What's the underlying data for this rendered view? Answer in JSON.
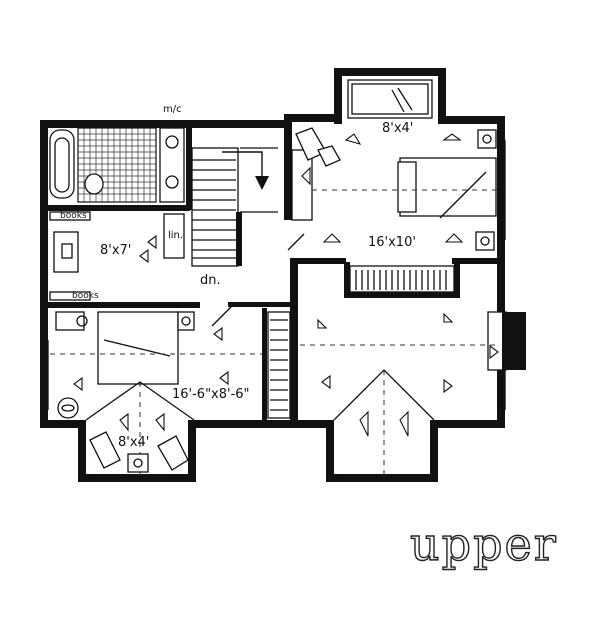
{
  "rooms": {
    "north_bay": "8'x4'",
    "master_bedroom": "16'x10'",
    "study": "8'x7'",
    "south_bedroom": "16'-6\"x8'-6\"",
    "south_bay": "8'x4'"
  },
  "notes": {
    "mech": "m/c",
    "books_upper": "books",
    "books_lower": "books",
    "linen": "lin.",
    "stair_down": "dn."
  },
  "floor_label": "upper"
}
